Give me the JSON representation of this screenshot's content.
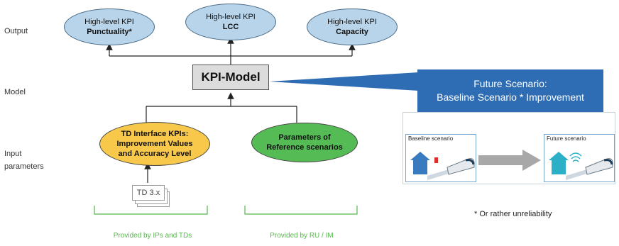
{
  "row_labels": {
    "output": "Output",
    "model": "Model",
    "input_line1": "Input",
    "input_line2": "parameters"
  },
  "outputs": [
    {
      "line1": "High-level KPI",
      "line2": "Punctuality*"
    },
    {
      "line1": "High-level KPI",
      "line2": "LCC"
    },
    {
      "line1": "High-level KPI",
      "line2": "Capacity"
    }
  ],
  "model": {
    "label": "KPI-Model"
  },
  "inputs": {
    "td_kpis": {
      "line1": "TD Interface KPIs:",
      "line2": "Improvement Values",
      "line3": "and Accuracy Level"
    },
    "reference": {
      "line1": "Parameters of",
      "line2": "Reference scenarios"
    },
    "td_card": "TD 3.x"
  },
  "callout": {
    "line1": "Future Scenario:",
    "line2": "Baseline Scenario * Improvement"
  },
  "scenarios": {
    "baseline": "Baseline scenario",
    "future": "Future scenario"
  },
  "footnote": "* Or rather unreliability",
  "providers": {
    "left": "Provided by IPs and TDs",
    "right": "Provided by RU / IM"
  },
  "colors": {
    "output_fill": "#b8d4ea",
    "td_fill": "#f8c84a",
    "reference_fill": "#55bb55",
    "callout_fill": "#2e6db4",
    "provider_green": "#55b84b",
    "teal": "#2bb0c8"
  }
}
